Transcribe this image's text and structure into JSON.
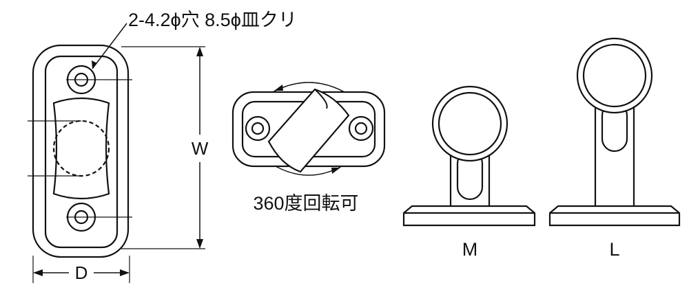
{
  "labels": {
    "hole_spec": "2-4.2ϕ穴 8.5ϕ皿クリ",
    "dimension_w": "W",
    "dimension_d": "D",
    "rotation_note": "360度回転可",
    "size_m": "M",
    "size_l": "L"
  },
  "colors": {
    "line": "#111111",
    "background": "#ffffff"
  }
}
